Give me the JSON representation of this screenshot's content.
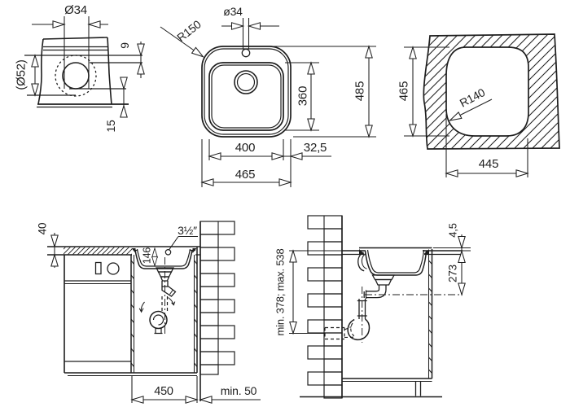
{
  "drawing": {
    "background_color": "#ffffff",
    "line_color": "#1e1e1e"
  },
  "views": {
    "drain_detail": {
      "dims": {
        "hole_diameter": "Ø34",
        "recess_diameter": "(Ø52)",
        "rim_step": "9",
        "flange_height": "15"
      }
    },
    "top_view": {
      "dims": {
        "tap_hole_diameter": "ø34",
        "corner_radius": "R150",
        "bowl_length": "360",
        "overall_length": "485",
        "bowl_width": "400",
        "rim_offset": "32,5",
        "overall_width": "465"
      }
    },
    "cutout_view": {
      "dims": {
        "cutout_length": "465",
        "corner_radius": "R140",
        "cutout_width": "445"
      }
    },
    "front_install_view": {
      "dims": {
        "worktop_thickness": "40",
        "drain_size": "3½″",
        "bowl_depth": "146",
        "cabinet_width": "450",
        "wall_clearance": "min. 50"
      }
    },
    "side_install_view": {
      "dims": {
        "outlet_height_range": "min. 378; max. 538",
        "rim_height": "4,5",
        "drain_drop": "273"
      }
    }
  }
}
